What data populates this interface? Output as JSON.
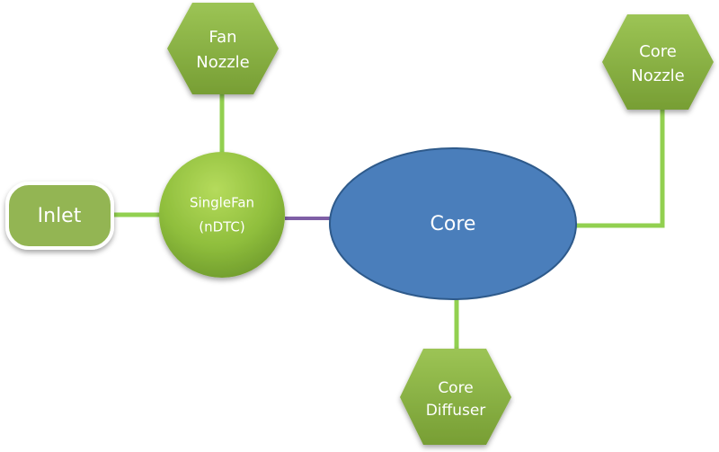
{
  "diagram": {
    "nodes": [
      {
        "id": "inlet",
        "label_lines": [
          "Inlet"
        ],
        "shape": "rounded-rectangle",
        "color": "#93B552"
      },
      {
        "id": "singlefan",
        "label_lines": [
          "SingleFan",
          "(nDTC)"
        ],
        "shape": "circle",
        "color": "#8DBA3D"
      },
      {
        "id": "fan-nozzle",
        "label_lines": [
          "Fan",
          "Nozzle"
        ],
        "shape": "hexagon",
        "color": "#86AF3E"
      },
      {
        "id": "core",
        "label_lines": [
          "Core"
        ],
        "shape": "ellipse",
        "color": "#4A7EBB"
      },
      {
        "id": "core-nozzle",
        "label_lines": [
          "Core",
          "Nozzle"
        ],
        "shape": "hexagon",
        "color": "#86AF3E"
      },
      {
        "id": "core-diffuser",
        "label_lines": [
          "Core",
          "Diffuser"
        ],
        "shape": "hexagon",
        "color": "#86AF3E"
      }
    ],
    "edges": [
      {
        "from": "inlet",
        "to": "singlefan",
        "color": "#92D050"
      },
      {
        "from": "fan-nozzle",
        "to": "singlefan",
        "color": "#92D050"
      },
      {
        "from": "singlefan",
        "to": "core",
        "color": "#7F5FA6"
      },
      {
        "from": "core",
        "to": "core-nozzle",
        "color": "#92D050"
      },
      {
        "from": "core",
        "to": "core-diffuser",
        "color": "#92D050"
      }
    ]
  }
}
